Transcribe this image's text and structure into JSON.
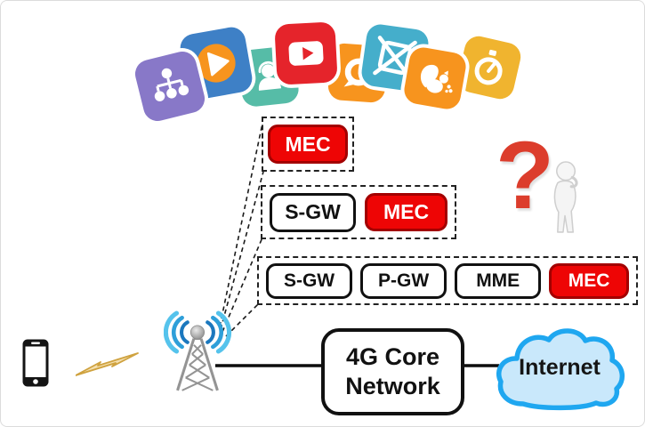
{
  "app_icons": {
    "items": [
      {
        "name": "org-chart",
        "color": "#8878C8"
      },
      {
        "name": "media-play",
        "color": "#3E80C6",
        "accent": "#F7941E"
      },
      {
        "name": "support-agent",
        "color": "#56BCA7"
      },
      {
        "name": "youtube",
        "color": "#E5242B"
      },
      {
        "name": "chat-ring",
        "color": "#F7941E"
      },
      {
        "name": "crossed-frame",
        "color": "#45AECB"
      },
      {
        "name": "squirrel",
        "color": "#F7941E"
      },
      {
        "name": "stopwatch",
        "color": "#F0B42F"
      }
    ]
  },
  "deployments": [
    {
      "name": "mec-option-1",
      "nodes": [
        {
          "label": "MEC",
          "type": "mec"
        }
      ]
    },
    {
      "name": "mec-option-2",
      "nodes": [
        {
          "label": "S-GW",
          "type": "plain"
        },
        {
          "label": "MEC",
          "type": "mec"
        }
      ]
    },
    {
      "name": "mec-option-3",
      "nodes": [
        {
          "label": "S-GW",
          "type": "plain"
        },
        {
          "label": "P-GW",
          "type": "plain"
        },
        {
          "label": "MME",
          "type": "plain"
        },
        {
          "label": "MEC",
          "type": "mec"
        }
      ]
    }
  ],
  "question_mark": "?",
  "core_network": {
    "line1": "4G Core",
    "line2": "Network"
  },
  "internet_label": "Internet",
  "palette": {
    "mec_red": "#EE0505",
    "node_border": "#111111",
    "cloud_fill": "#C9E8FB",
    "cloud_border": "#1FA7F0",
    "question_red": "#DC3D2C",
    "bolt_fill": "#F4DFAD",
    "bolt_border": "#CFA23F",
    "wave_blue": "#2E9FD9",
    "tower_gray": "#949494"
  }
}
